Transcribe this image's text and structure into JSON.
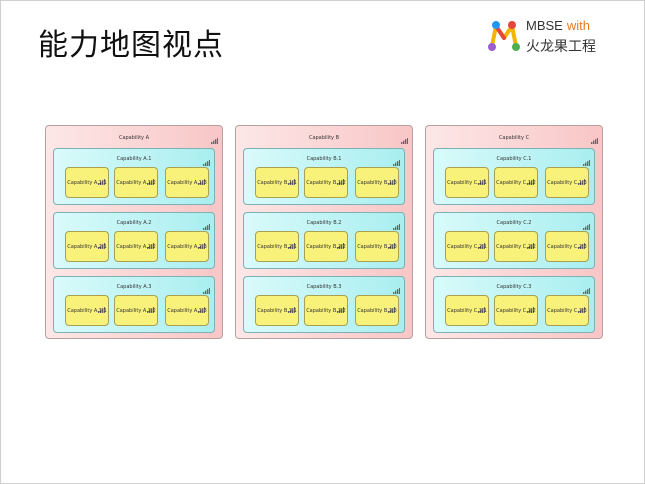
{
  "slide": {
    "title": "能力地图视点",
    "logo": {
      "top_text": "MBSE",
      "with_text": "with",
      "bottom_text": "火龙果工程"
    },
    "colors": {
      "level0": "#f8c6c6",
      "level1": "#a9eef0",
      "level2": "#f9f27a",
      "logo_accent": "#e87a1d"
    }
  },
  "capabilities": [
    {
      "label": "Capability A",
      "icon": "capability-icon",
      "children": [
        {
          "label": "Capability A.1",
          "children": [
            "Capability A.1.1",
            "Capability A.1.2",
            "Capability A.1.3"
          ]
        },
        {
          "label": "Capability A.2",
          "children": [
            "Capability A.2.1",
            "Capability A.2.2",
            "Capability A.2.3"
          ]
        },
        {
          "label": "Capability A.3",
          "children": [
            "Capability A.3.1",
            "Capability A.3.2",
            "Capability A.3.3"
          ]
        }
      ]
    },
    {
      "label": "Capability B",
      "icon": "capability-icon",
      "children": [
        {
          "label": "Capability B.1",
          "children": [
            "Capability B.1.1",
            "Capability B.1.2",
            "Capability B.1.3"
          ]
        },
        {
          "label": "Capability B.2",
          "children": [
            "Capability B.2.1",
            "Capability B.2.2",
            "Capability B.2.3"
          ]
        },
        {
          "label": "Capability B.3",
          "children": [
            "Capability B.3.1",
            "Capability B.3.2",
            "Capability B.3.3"
          ]
        }
      ]
    },
    {
      "label": "Capability C",
      "icon": "capability-icon",
      "children": [
        {
          "label": "Capability C.1",
          "children": [
            "Capability C.1.1",
            "Capability C.1.2",
            "Capability C.1.3"
          ]
        },
        {
          "label": "Capability C.2",
          "children": [
            "Capability C.2.1",
            "Capability C.2.2",
            "Capability C.2.3"
          ]
        },
        {
          "label": "Capability C.3",
          "children": [
            "Capability C.3.1",
            "Capability C.3.2",
            "Capability C.3.3"
          ]
        }
      ]
    }
  ]
}
